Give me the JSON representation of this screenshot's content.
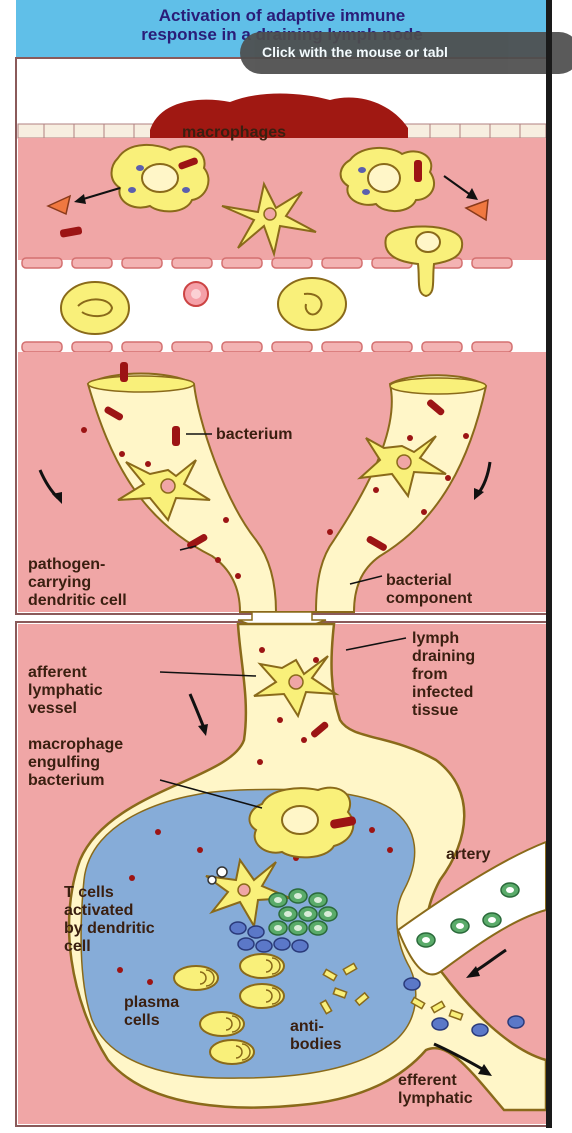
{
  "title_line1": "Activation of adaptive immune",
  "title_line2": "response in a draining lymph node",
  "overlay_hint": "Click with the mouse or tabl",
  "labels": {
    "macrophages": "macrophages",
    "bacterium": "bacterium",
    "pathogen_cell": "pathogen-\ncarrying\ndendritic cell",
    "bacterial_component": "bacterial\ncomponent",
    "afferent": "afferent\nlymphatic\nvessel",
    "lymph_draining": "lymph\ndraining\nfrom\ninfected\ntissue",
    "macrophage_engulfing": "macrophage\nengulfing\nbacterium",
    "artery": "artery",
    "t_cells": "T cells\nactivated\nby dendritic\ncell",
    "plasma_cells": "plasma\ncells",
    "antibodies": "anti-\nbodies",
    "efferent": "efferent\nlymphatic"
  },
  "colors": {
    "tissue": "#f0a6a6",
    "tissue_dark": "#e58787",
    "vessel_fill": "#fff6c8",
    "cell_fill": "#f9f07a",
    "node_blue": "#86acd8",
    "bacterium": "#9c1414",
    "clot": "#a01812",
    "label_text": "#3a1f10",
    "title_text": "#2a1d78"
  }
}
